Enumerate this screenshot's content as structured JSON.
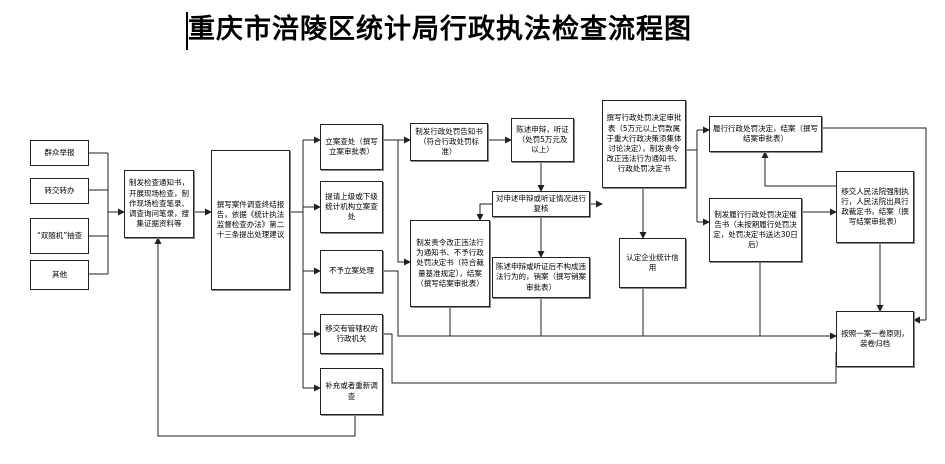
{
  "title": "重庆市涪陵区统计局行政执法检查流程图",
  "nodes": {
    "public_report": "群众举报",
    "transfer": "转交转办",
    "double_random": "“双随机”抽查",
    "other": "其他",
    "issue_notice": "制发检查通知书，开展现场检查，制作现场检查笔录、调查询问笔录，搜集证据资料等",
    "write_report": "撰写案件调查终结报告，依据《统计执法监督检查办法》第二十三条提出处理建议",
    "file_case": "立案查处（撰写立案审批表）",
    "request_superior": "提请上级或下级统计机构立案查处",
    "no_case": "不予立案处理",
    "transfer_authority": "移交有管辖权的行政机关",
    "supplement": "补充或者重新调查",
    "issue_pre_notice": "制发行政处罚告知书（符合行政处罚标准）",
    "statement_defense": "陈述申辩，听证（处罚5万元及以上）",
    "review_defense": "对申述申辩或听证情况进行复核",
    "correction_order": "制发责令改正违法行为通知书、不予行政处罚决定书（符合裁量基准规定），结案（撰写结案审批表）",
    "no_violation": "陈述申辩或听证后不构成违法行为的，销案（撰写销案审批表）",
    "penalty_decision": "撰写行政处罚决定审批表（5万元以上罚款属于重大行政决策须集体讨论决定），制发责令改正违法行为通知书、行政处罚决定书",
    "credit": "认定企业统计信用",
    "fulfill_close": "履行行政处罚决定，结案（撰写结案审批表）",
    "urge_notice": "制发履行行政处罚决定催告书（未按期履行处罚决定，处罚决定书送达30日后）",
    "court_enforce": "移交人民法院强制执行，人民法院出具行政裁定书，结案（撰写结案审批表）",
    "archive": "按照一案一卷原则，装卷归档"
  }
}
